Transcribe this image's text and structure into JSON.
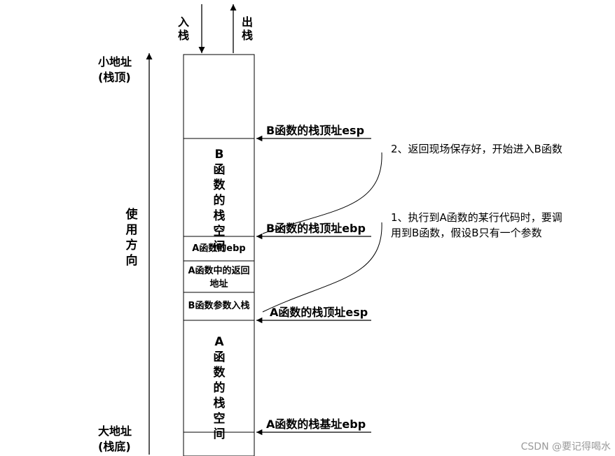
{
  "stack": {
    "push_label": "入\n栈",
    "pop_label": "出\n栈",
    "low_address": "小地址\n(栈顶)",
    "high_address": "大地址\n(栈底)",
    "direction": "使用方向"
  },
  "cells": {
    "b_stack_space": "B函数的栈空间",
    "a_ebp": "A函数的ebp",
    "a_return_addr": "A函数中的返回地址",
    "b_param_push": "B函数参数入栈",
    "a_stack_space": "A函数的栈空间"
  },
  "pointers": {
    "b_esp": "B函数的栈顶址esp",
    "b_ebp": "B函数的栈顶址ebp",
    "a_esp": "A函数的栈顶址esp",
    "a_ebp": "A函数的栈基址ebp"
  },
  "notes": {
    "step1": "1、执行到A函数的某行代码时，要调用到B函数，假设B只有一个参数",
    "step2": "2、返回现场保存好，开始进入B函数"
  },
  "watermark": "CSDN @要记得喝水"
}
